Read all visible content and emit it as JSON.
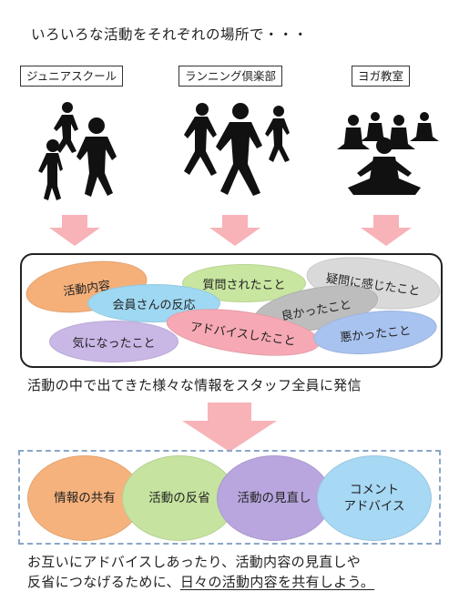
{
  "title": "いろいろな活動をそれぞれの場所で・・・",
  "activities": [
    {
      "label": "ジュニアスクール"
    },
    {
      "label": "ランニング倶楽部"
    },
    {
      "label": "ヨガ教室"
    }
  ],
  "topics": [
    {
      "label": "活動内容",
      "color": "#f5b07a"
    },
    {
      "label": "質問されたこと",
      "color": "#c8e6a0"
    },
    {
      "label": "疑問に感じたこと",
      "color": "#d9d9d9"
    },
    {
      "label": "会員さんの反応",
      "color": "#9fd8f2"
    },
    {
      "label": "良かったこと",
      "color": "#bdbdbd"
    },
    {
      "label": "アドバイスしたこと",
      "color": "#f6a9b5"
    },
    {
      "label": "悪かったこと",
      "color": "#a9c3f0"
    },
    {
      "label": "気になったこと",
      "color": "#c9b7e6"
    }
  ],
  "message1": "活動の中で出てきた様々な情報をスタッフ全員に発信",
  "outcomes": [
    {
      "label": "情報の共有",
      "color": "#f6b27c"
    },
    {
      "label": "活動の反省",
      "color": "#c6e3a0"
    },
    {
      "label": "活動の見直し",
      "color": "#b9a6df"
    },
    {
      "label": "コメント\nアドバイス",
      "color": "#a7d8f4"
    }
  ],
  "message2": {
    "line1": "お互いにアドバイスしあったり、活動内容の見直しや",
    "line2_plain": "反省につなげるために、",
    "line2_underlined": "日々の活動内容を共有しよう。"
  },
  "colors": {
    "arrow_fill": "#f7b3b8",
    "silhouette": "#111111",
    "dashed_border": "#8aa6c8"
  }
}
